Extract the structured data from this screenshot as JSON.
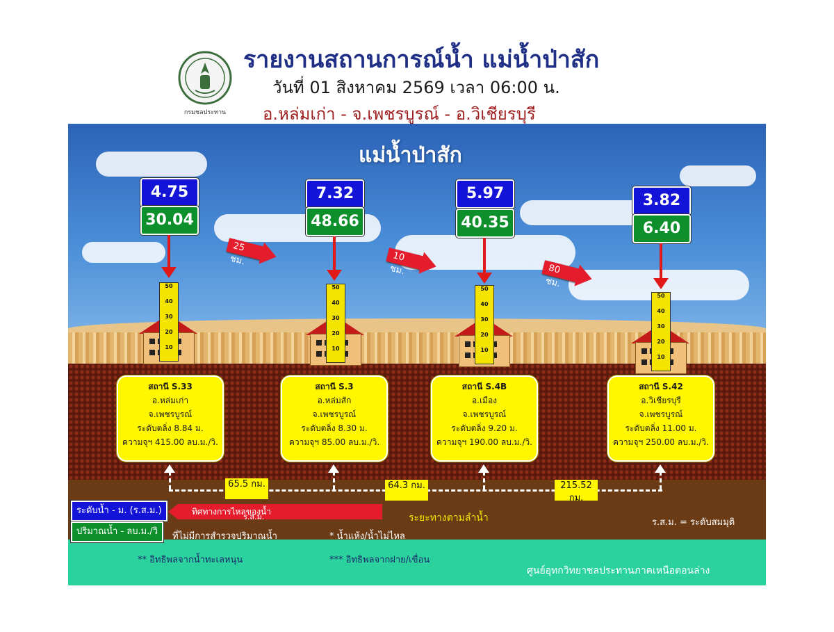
{
  "header": {
    "title": "รายงานสถานการณ์น้ำ แม่น้ำป่าสัก",
    "date": "วันที่ 01 สิงหาคม 2569 เวลา 06:00 น.",
    "area": "อ.หล่มเก่า - จ.เพชรบูรณ์ - อ.วิเชียรบุรี",
    "logo_text": "กรมชลประทาน"
  },
  "river_name": "แม่น้ำป่าสัก",
  "stations": [
    {
      "level": "4.75",
      "flow": "30.04",
      "name": "สถานี S.33",
      "district": "อ.หล่มเก่า",
      "province": "จ.เพชรบูรณ์",
      "bank": "ระดับตลิ่ง 8.84 ม.",
      "capacity": "ความจุฯ 415.00 ลบ.ม./วิ."
    },
    {
      "level": "7.32",
      "flow": "48.66",
      "name": "สถานี S.3",
      "district": "อ.หล่มสัก",
      "province": "จ.เพชรบูรณ์",
      "bank": "ระดับตลิ่ง 8.30 ม.",
      "capacity": "ความจุฯ 85.00 ลบ.ม./วิ."
    },
    {
      "level": "5.97",
      "flow": "40.35",
      "name": "สถานี S.4B",
      "district": "อ.เมือง",
      "province": "จ.เพชรบูรณ์",
      "bank": "ระดับตลิ่ง 9.20 ม.",
      "capacity": "ความจุฯ 190.00 ลบ.ม./วิ."
    },
    {
      "level": "3.82",
      "flow": "6.40",
      "name": "สถานี S.42",
      "district": "อ.วิเชียรบุรี",
      "province": "จ.เพชรบูรณ์",
      "bank": "ระดับตลิ่ง 11.00 ม.",
      "capacity": "ความจุฯ 250.00 ลบ.ม./วิ."
    }
  ],
  "travel_times": [
    "25 ชม.",
    "10 ชม.",
    "80 ชม."
  ],
  "distances": [
    "65.5 กม.",
    "64.3 กม.",
    "215.52 กม."
  ],
  "ruler_ticks": [
    "50",
    "40",
    "30",
    "20",
    "10"
  ],
  "legend": {
    "level": "ระดับน้ำ - ม. (ร.ส.ม.)",
    "flow": "ปริมาณน้ำ - ลบ.ม./วิ",
    "red_banner": "ทิศทางการไหลของน้ำ",
    "note_rsm": "ร.ส.ม.",
    "distance_label": "ระยะทางตามลำน้ำ",
    "rsm_def": "ร.ส.ม. = ระดับสมมุติ",
    "no_survey": "ที่ไม่มีการสำรวจปริมาณน้ำ",
    "dry": "* น้ำแห้ง/น้ำไม่ไหล",
    "sea": "** อิทธิพลจากน้ำทะเลหนุน",
    "dam": "*** อิทธิพลจากฝาย/เขื่อน",
    "center": "ศูนย์อุทกวิทยาชลประทานภาคเหนือตอนล่าง"
  }
}
